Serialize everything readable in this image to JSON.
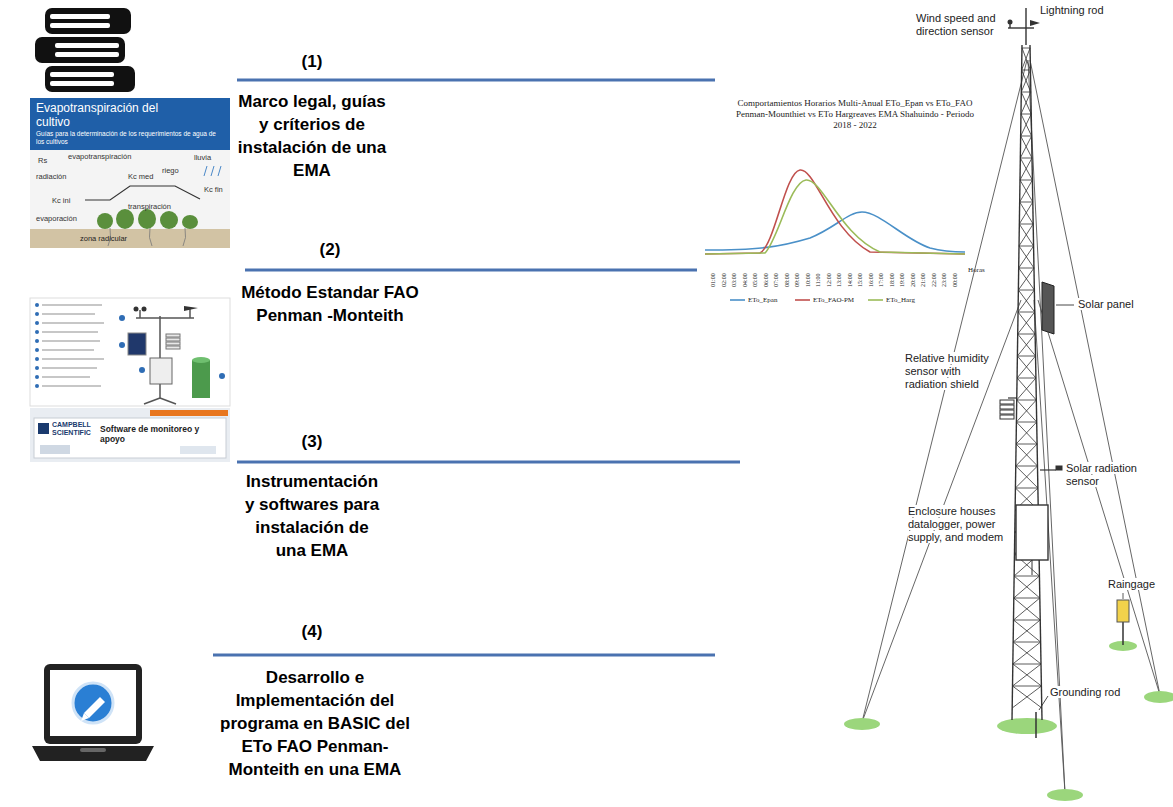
{
  "diagram": {
    "labels": [
      "(1)",
      "Marco legal, guías y críterios de instalación de una EMA",
      "(2)",
      "Método Estandar FAO Penman -Monteith",
      "(3)",
      "Instrumentación y softwares para instalación de una EMA",
      "(4)",
      "Desarrollo e Implementación del programa en BASIC del ETo FAO Penman-Monteith en una EMA",
      "Evapotranspiración del cultivo",
      "Guías para la determinación de los requerimientos de agua de los cultivos",
      "evapotranspiración",
      "lluvia",
      "riego",
      "Rs",
      "radiación",
      "Kc ini",
      "Kc med",
      "Kc fin",
      "transpiración",
      "evaporación",
      "zona radicular",
      "CAMPBELL SCIENTIFIC",
      "Software de monitoreo y apoyo",
      "Comportamientos Horarios Multi-Anual ETo_Epan vs ETo_FAO Penman-Mounthiet vs ETo Hargreaves EMA Shahuindo - Periodo 2018 - 2022",
      "01:00",
      "02:00",
      "03:00",
      "04:00",
      "05:00",
      "06:00",
      "07:00",
      "08:00",
      "09:00",
      "10:00",
      "11:00",
      "12:00",
      "13:00",
      "14:00",
      "15:00",
      "16:00",
      "17:00",
      "18:00",
      "19:00",
      "20:00",
      "21:00",
      "22:00",
      "23:00",
      "00:00",
      "Horas",
      "Lightning rod",
      "Wind speed and direction sensor",
      "Solar panel",
      "Relative humidity sensor with radiation shield",
      "Solar radiation sensor",
      "Enclosure houses datalogger, power supply, and modem",
      "Raingage",
      "Grounding rod"
    ],
    "legend": [
      {
        "text": "ETo_Epan"
      },
      {
        "text": "ETo_FAO-PM"
      },
      {
        "text": "ETo_Harg"
      }
    ]
  }
}
